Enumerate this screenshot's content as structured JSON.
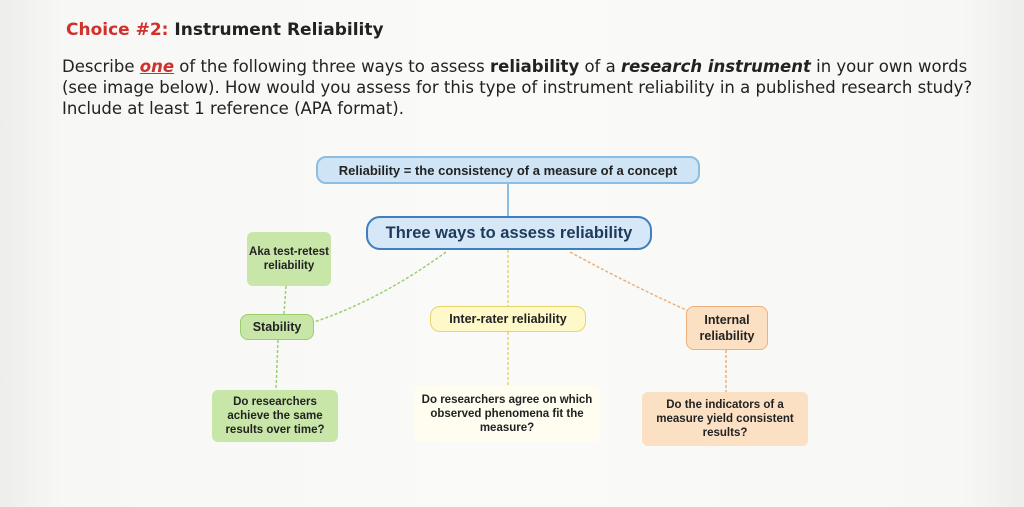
{
  "heading": {
    "choice_label": "Choice #2:",
    "title": "Instrument Reliability"
  },
  "description": {
    "part1": "Describe ",
    "one": "one",
    "part2": " of the following three ways to assess ",
    "reliability": "reliability",
    "part3": " of a ",
    "research_instrument": "research instrument",
    "part4": " in your own words (see image below). How would you assess for this type of instrument reliability in a published research study? Include at least 1 reference (APA format)."
  },
  "diagram": {
    "definition": "Reliability = the consistency of a measure of a concept",
    "center": "Three ways to assess reliability",
    "aka": "Aka test-retest reliability",
    "stability": "Stability",
    "stability_question": "Do researchers achieve the same results over time?",
    "inter_rater": "Inter-rater reliability",
    "inter_rater_question": "Do researchers agree on which observed phenomena fit the measure?",
    "internal": "Internal reliability",
    "internal_question": "Do the indicators of a measure yield consistent results?"
  },
  "colors": {
    "accent_red": "#d0312d",
    "blue_node": "#3f7ec0",
    "green_node": "#c8e6a8",
    "yellow_node": "#fff8c8",
    "orange_node": "#fbe0c4"
  }
}
